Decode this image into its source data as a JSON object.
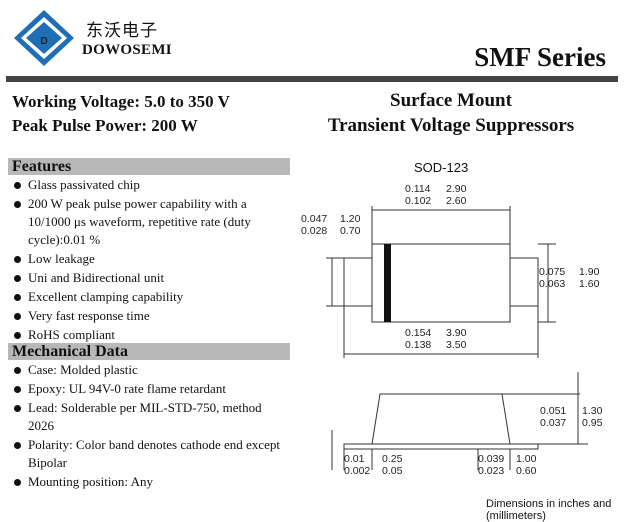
{
  "header": {
    "brand_cn": "东沃电子",
    "brand_en": "DOWOSEMI",
    "series": "SMF Series",
    "logo_letter": "D"
  },
  "specs": {
    "working_voltage": "Working Voltage: 5.0 to 350 V",
    "peak_power": "Peak Pulse Power: 200 W"
  },
  "title": {
    "line1": "Surface Mount",
    "line2": "Transient Voltage Suppressors"
  },
  "features": {
    "heading": "Features",
    "items": [
      "Glass passivated chip",
      "200 W peak pulse power capability with a 10/1000 μs waveform, repetitive rate (duty cycle):0.01 %",
      "Low leakage",
      "Uni and Bidirectional unit",
      "Excellent clamping capability",
      "Very fast response time",
      "RoHS compliant"
    ]
  },
  "mechanical": {
    "heading": "Mechanical Data",
    "items": [
      "Case: Molded plastic",
      "Epoxy: UL 94V-0 rate flame retardant",
      "Lead: Solderable per MIL-STD-750, method 2026",
      "Polarity: Color band denotes cathode end except Bipolar",
      "Mounting position: Any"
    ]
  },
  "package": {
    "name": "SOD-123",
    "dims": {
      "body_width": {
        "inch": [
          "0.114",
          "0.102"
        ],
        "mm": [
          "2.90",
          "2.60"
        ]
      },
      "lead_width": {
        "inch": [
          "0.047",
          "0.028"
        ],
        "mm": [
          "1.20",
          "0.70"
        ]
      },
      "body_height": {
        "inch": [
          "0.075",
          "0.063"
        ],
        "mm": [
          "1.90",
          "1.60"
        ]
      },
      "overall_length": {
        "inch": [
          "0.154",
          "0.138"
        ],
        "mm": [
          "3.90",
          "3.50"
        ]
      },
      "body_thickness": {
        "inch": [
          "0.051",
          "0.037"
        ],
        "mm": [
          "1.30",
          "0.95"
        ]
      },
      "lead_thickness": {
        "inch": [
          "0.01",
          "0.002"
        ],
        "mm": [
          "0.25",
          "0.05"
        ]
      },
      "lead_length": {
        "inch": [
          "0.039",
          "0.023"
        ],
        "mm": [
          "1.00",
          "0.60"
        ]
      }
    },
    "note": "Dimensions in inches and (millimeters)"
  },
  "colors": {
    "logo_blue": "#1f6fb5",
    "section_bar": "#b8b8b8",
    "rule": "#444444"
  }
}
